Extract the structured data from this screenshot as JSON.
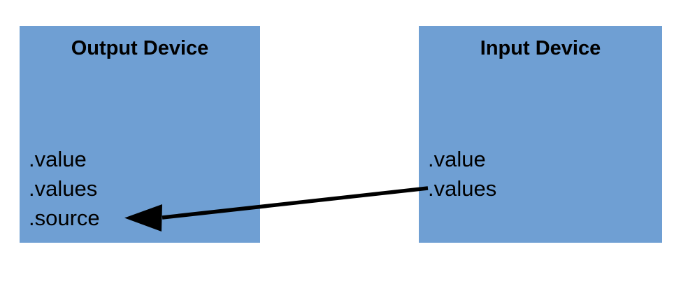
{
  "diagram": {
    "title": "",
    "background_color": "#ffffff",
    "box_fill_color": "#6F9FD3",
    "text_color": "#000000",
    "connector_color": "#000000",
    "nodes": [
      {
        "id": "output-device",
        "title": "Output Device",
        "properties": [
          ".value",
          ".values",
          ".source"
        ]
      },
      {
        "id": "input-device",
        "title": "Input Device",
        "properties": [
          ".value",
          ".values"
        ]
      }
    ],
    "connector": {
      "name": "values-to-source-arrow",
      "from": "input-device",
      "to": "output-device",
      "direction": "right-to-left",
      "arrowhead": "filled-triangle"
    }
  }
}
